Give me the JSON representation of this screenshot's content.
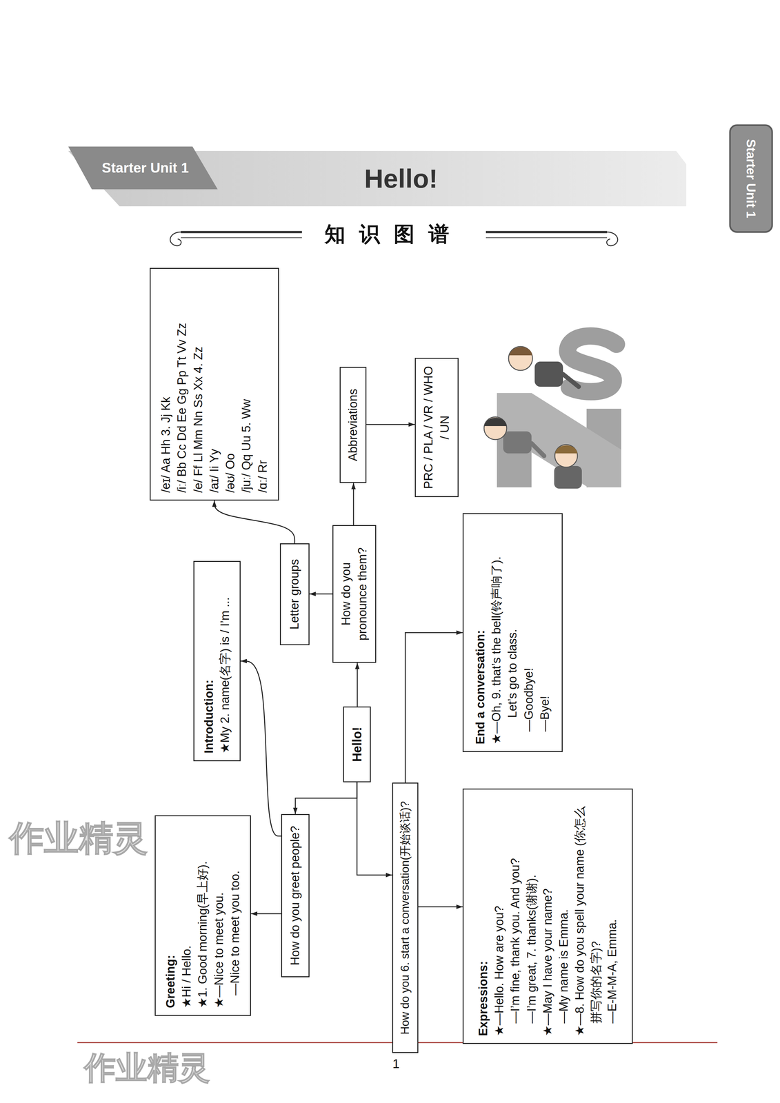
{
  "diagram": {
    "title": "Hello!",
    "nodes": [
      {
        "text": [
          "Hello!"
        ]
      },
      {
        "text": [
          "How do you greet people?"
        ]
      },
      {
        "text": [
          "Greeting:",
          "★Hi / Hello.",
          "★1. Good morning(早上好).",
          "★—Nice to meet you.",
          "—Nice to meet you too."
        ]
      },
      {
        "text": [
          "Introduction:",
          "★My 2. name(名字) is / I’m ..."
        ]
      },
      {
        "text": [
          "How do you 6. start a conversation(开始谈话)?"
        ]
      },
      {
        "text": [
          "Expressions:",
          "★—Hello. How are you?",
          "—I’m fine, thank you. And you?",
          "—I’m great, 7. thanks(谢谢).",
          "★—May I have your name?",
          "—My name is Emma.",
          "★—8. How do you spell your name (你怎么拼写你的名字)?",
          "—E-M-M-A, Emma."
        ]
      },
      {
        "text": [
          "End a conversation:",
          "★—Oh, 9. that’s the bell(铃声响了).",
          "Let’s go to class.",
          "—Goodbye!",
          "—Bye!"
        ]
      },
      {
        "text": [
          "How do you pronounce them?"
        ]
      },
      {
        "text": [
          "Letter groups"
        ]
      },
      {
        "text": [
          "/eɪ/ Aa Hh 3. Jj Kk",
          "/iː/ Bb Cc Dd Ee Gg Pp Tt Vv Zz",
          "/e/ Ff Ll Mm Nn Ss Xx 4. Zz",
          "/aɪ/ Ii Yy",
          "/əʊ/ Oo",
          "/juː/ Qq Uu 5. Ww",
          "/ɑː/ Rr"
        ]
      },
      {
        "text": [
          "Abbreviations"
        ]
      },
      {
        "text": [
          "PRC / PLA / VR / WHO / UN"
        ]
      }
    ],
    "edges": [
      {
        "from": 0,
        "to": 1,
        "arrow": "to"
      },
      {
        "from": 1,
        "to": 2,
        "arrow": "to"
      },
      {
        "from": 1,
        "to": 3,
        "arrow": "to"
      },
      {
        "from": 0,
        "to": 4,
        "arrow": "to"
      },
      {
        "from": 4,
        "to": 5,
        "arrow": "to"
      },
      {
        "from": 4,
        "to": 6,
        "arrow": "to"
      },
      {
        "from": 0,
        "to": 7,
        "arrow": "to"
      },
      {
        "from": 7,
        "to": 8,
        "arrow": "to"
      },
      {
        "from": 8,
        "to": 9,
        "arrow": "to"
      },
      {
        "from": 7,
        "to": 10,
        "arrow": "to"
      },
      {
        "from": 10,
        "to": 11,
        "arrow": "to"
      }
    ],
    "labels": [
      "Starter Unit 1",
      "知识图谱",
      "Starter Unit 1",
      "作业精灵",
      "作业精灵",
      "1"
    ]
  }
}
